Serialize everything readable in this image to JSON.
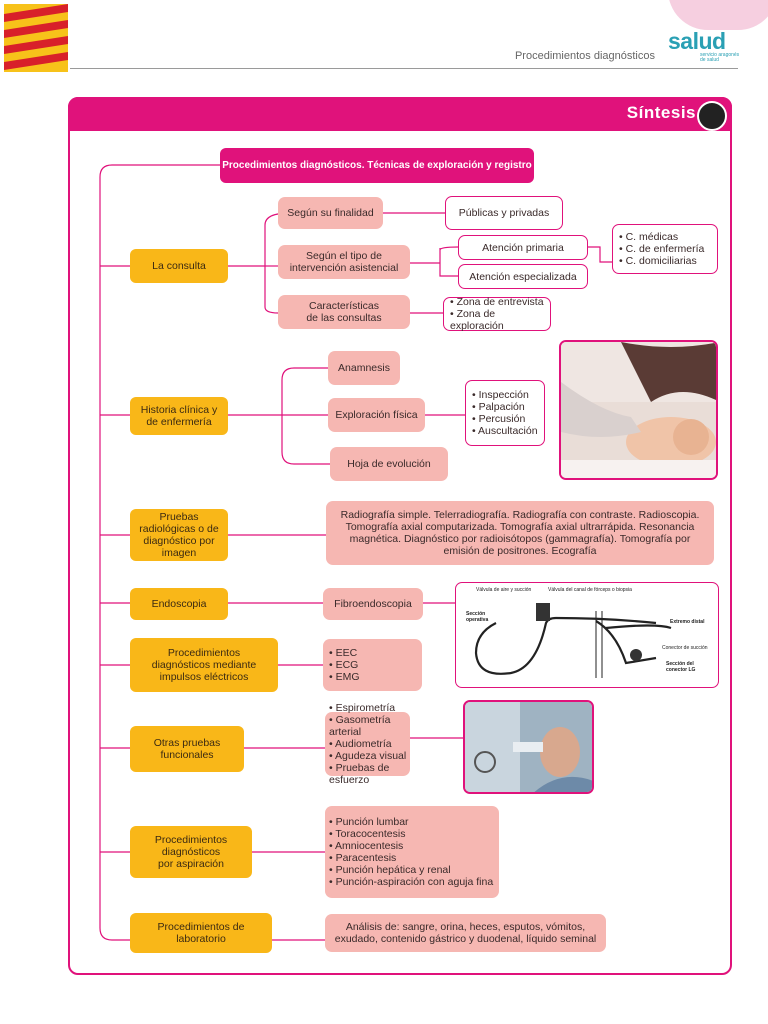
{
  "header": {
    "section_title": "Procedimientos diagnósticos",
    "logo_text": "salud",
    "logo_sub": "servicio aragonés de salud"
  },
  "sintesis": {
    "title": "Síntesis"
  },
  "root": "Procedimientos diagnósticos. Técnicas de exploración y registro",
  "consulta": {
    "label": "La consulta",
    "finalidad": "Según su finalidad",
    "finalidad_leaf": "Públicas y privadas",
    "tipo": "Según el tipo de intervención asistencial",
    "primaria": "Atención primaria",
    "especializada": "Atención especializada",
    "tipos_c": [
      "C. médicas",
      "C. de enfermería",
      "C. domiciliarias"
    ],
    "caracteristicas": "Características de las consultas",
    "zonas": [
      "Zona de entrevista",
      "Zona de exploración"
    ]
  },
  "historia": {
    "label": "Historia clínica y de enfermería",
    "anamnesis": "Anamnesis",
    "exploracion": "Exploración física",
    "hoja": "Hoja de evolución",
    "tecnicas": [
      "Inspección",
      "Palpación",
      "Percusión",
      "Auscultación"
    ]
  },
  "radiologicas": {
    "label": "Pruebas radiológicas o de diagnóstico por imagen",
    "texto": "Radiografía simple. Telerradiografía. Radiografía con contraste. Radioscopia. Tomografía axial computarizada. Tomografía axial ultrarrápida. Resonancia magnética. Diagnóstico por radioisótopos (gammagrafía). Tomografía por emisión de positrones. Ecografía"
  },
  "endoscopia": {
    "label": "Endoscopia",
    "fibro": "Fibroendoscopia",
    "diagram_labels": {
      "valvula_aire": "Válvula de aire y succión",
      "valvula_canal": "Válvula del canal de fórceps o biopsia",
      "seccion_operativa": "Sección operativa",
      "extremo_distal": "Extremo distal",
      "conector_succion": "Conector de succión",
      "seccion_conector": "Sección del conector LG"
    }
  },
  "electricos": {
    "label": "Procedimientos diagnósticos mediante impulsos eléctricos",
    "items": [
      "EEC",
      "ECG",
      "EMG"
    ]
  },
  "funcionales": {
    "label": "Otras pruebas funcionales",
    "items": [
      "Espirometría",
      "Gasometría arterial",
      "Audiometría",
      "Agudeza visual",
      "Pruebas de esfuerzo"
    ]
  },
  "aspiracion": {
    "label": "Procedimientos diagnósticos por aspiración",
    "items": [
      "Punción lumbar",
      "Toracocentesis",
      "Amniocentesis",
      "Paracentesis",
      "Punción hepática y renal",
      "Punción-aspiración con aguja fina"
    ]
  },
  "laboratorio": {
    "label": "Procedimientos de laboratorio",
    "texto": "Análisis de: sangre, orina, heces, esputos, vómitos, exudado, contenido gástrico y duodenal, líquido seminal"
  },
  "colors": {
    "magenta": "#e0127b",
    "yellow": "#f9b718",
    "salmon": "#f6b7b2",
    "teal": "#2aa0b4"
  }
}
